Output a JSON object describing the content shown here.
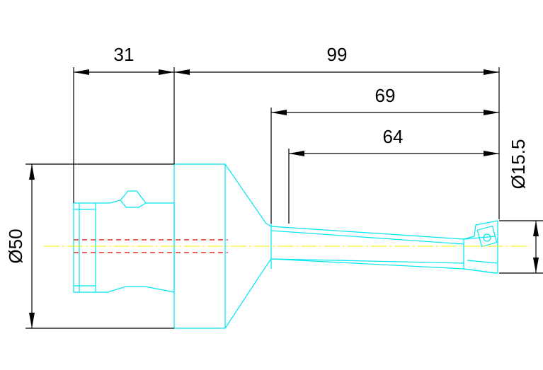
{
  "dimensions": {
    "d31": "31",
    "d99": "99",
    "d69": "69",
    "d64": "64",
    "dia50": "Ø50",
    "dia15_5": "Ø15.5"
  },
  "colors": {
    "part_outline": "#00e5ee",
    "dimension": "#000000",
    "centerline": "#f0f000",
    "hidden_line": "#e00000",
    "background": "#ffffff"
  }
}
